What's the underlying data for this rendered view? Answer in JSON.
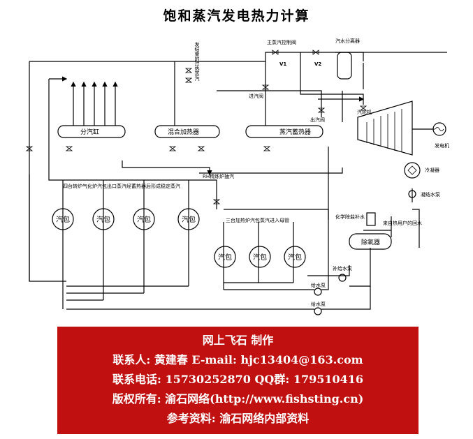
{
  "title": "饱和蒸汽发电热力计算",
  "labels": {
    "splitter": "分汽缸",
    "mixer": "混合加热器",
    "accumulator": "蒸汽蓄热器",
    "separator": "汽水分离器",
    "main_valve": "主蒸汽控制阀",
    "v1": "V1",
    "v2": "V2",
    "superheat": "发结束的过热蒸汽",
    "inlet_valve": "进汽阀",
    "outlet_valve": "出汽阀",
    "turbine": "汽轮机",
    "generator": "发电机",
    "condenser": "冷凝器",
    "rh": "RH精炼炉抽汽",
    "converter_note": "四台转炉气化炉汽包出口蒸汽经蓄热器后形成稳定蒸汽",
    "heating_note": "三台加热炉汽包蒸汽进入母管",
    "chem_water": "化学除盐补水",
    "return_water": "来自热用户的回水",
    "deaerator": "除氧器",
    "condensate_pump": "凝结水泵",
    "feed_pump_upper": "补给水泵",
    "feed_pump_a": "给水泵",
    "feed_pump_b": "给水泵",
    "drum": "汽包"
  },
  "banner": {
    "line1": "网上飞石 制作",
    "line2": "联系人: 黄建春 E-mail: hjc13404@163.com",
    "line3": "联系电话: 15730252870 QQ群: 179510416",
    "line4": "版权所有: 渝石网络(http://www.fishsting.cn)",
    "line5": "参考资料: 渝石网络内部资料"
  },
  "colors": {
    "banner_bg": "#c01010",
    "banner_text": "#ffffff",
    "lines": "#000000"
  }
}
